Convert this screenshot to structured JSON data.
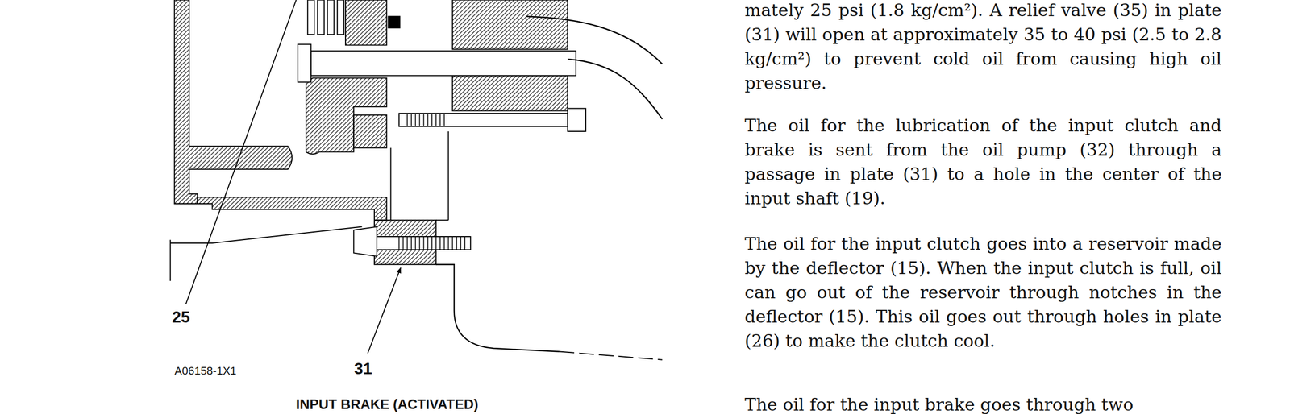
{
  "diagram": {
    "caption": "INPUT BRAKE (ACTIVATED)",
    "labels": [
      "mately 25 psi (1.8 kg/cm²). A relief valve (35) in plate (31) will open at approximately 35 to 40 psi (2.5 to 2.8 kg/cm²) to prevent cold oil from causing high oil pressure.",
      "The oil for the lubrication of the input clutch and brake is sent from the oil pump (32) through a passage in plate (31) to a hole in the center of the input shaft (19).",
      "The oil for the input clutch goes into a reservoir made by the deflector (15). When the input clutch is full, oil can go out of the reservoir through notches in the deflector (15). This oil goes out through holes in plate (26) to make the clutch cool.",
      "The oil for the input brake goes through two",
      "25",
      "31",
      "A06158-1X1"
    ]
  }
}
